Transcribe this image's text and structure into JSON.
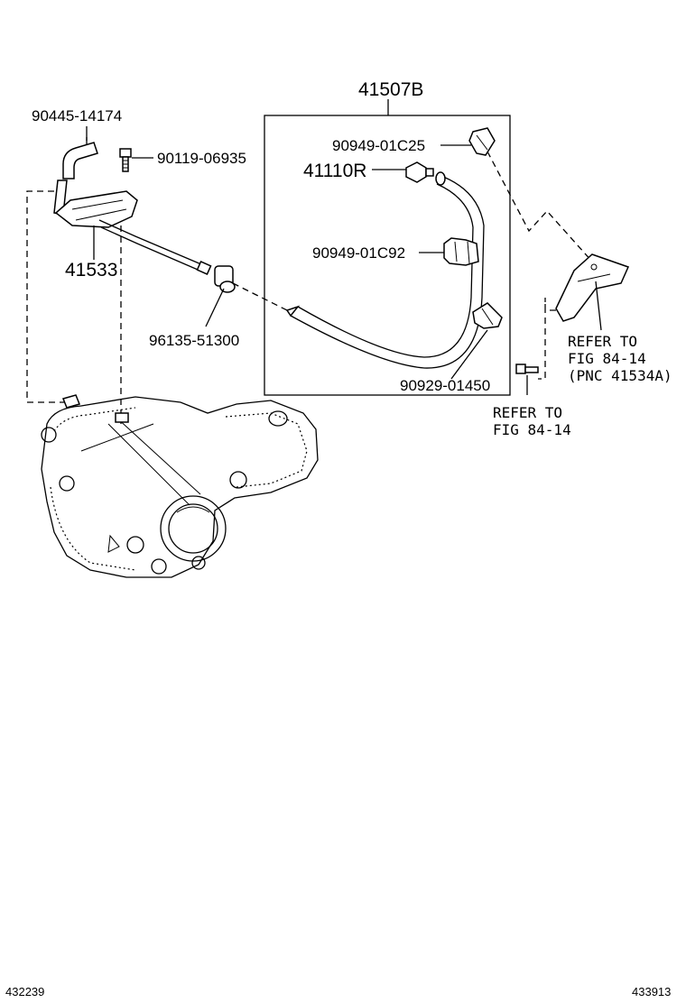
{
  "labels": {
    "assembly_41507b": "41507B",
    "hose_clip_90445": "90445-14174",
    "bolt_90119": "90119-06935",
    "bracket_41533": "41533",
    "plug_96135": "96135-51300",
    "clip_90949_c25": "90949-01C25",
    "union_41110r": "41110R",
    "clip_90949_c92": "90949-01C92",
    "clip_90929": "90929-01450"
  },
  "references": {
    "ref1": {
      "line1": "REFER TO",
      "line2": "FIG 84-14",
      "line3": "(PNC 41534A)"
    },
    "ref2": {
      "line1": "REFER TO",
      "line2": "FIG 84-14"
    }
  },
  "footer": {
    "left_id": "432239",
    "right_id": "433913"
  }
}
